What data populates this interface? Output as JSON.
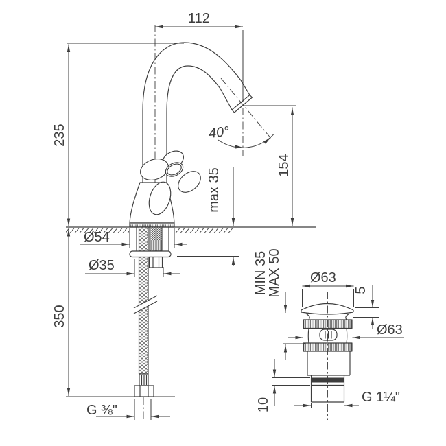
{
  "meta": {
    "background_color": "#ffffff",
    "line_color": "#3d3d3d"
  },
  "faucet": {
    "labels": {
      "spout_offset": "112",
      "total_height": "235",
      "outlet_height": "154",
      "spout_angle": "40°",
      "max_deck_thickness": "max 35",
      "base_diameter": "Ø54",
      "hole_diameter": "Ø35",
      "hose_length": "350",
      "supply_thread": "G ⅜\""
    }
  },
  "drain": {
    "labels": {
      "clamp_min": "MIN 35",
      "clamp_max": "MAX 50",
      "cap_diameter": "Ø63",
      "cap_edge_height": "5",
      "body_diameter": "Ø63",
      "relief_length": "10",
      "waste_thread": "G 1¼\""
    }
  }
}
